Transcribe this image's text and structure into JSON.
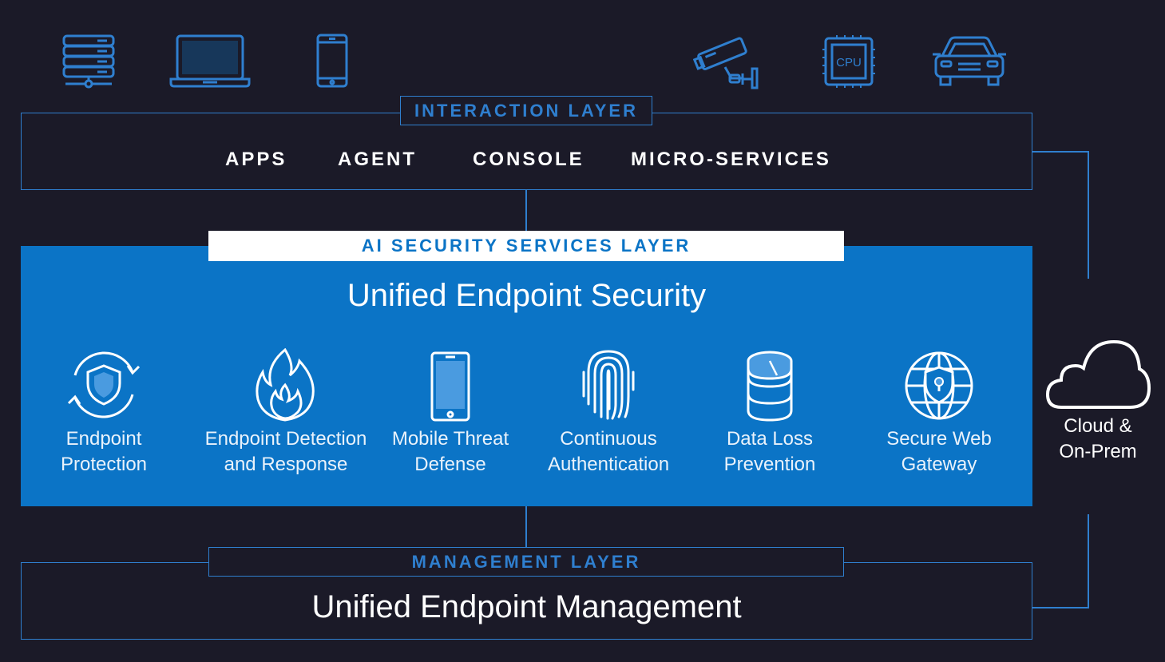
{
  "devices": [
    "server-icon",
    "laptop-icon",
    "smartphone-icon",
    "security-camera-icon",
    "cpu-chip-icon",
    "car-icon"
  ],
  "device_cpu_label": "CPU",
  "interaction_layer": {
    "tag": "INTERACTION LAYER",
    "items": [
      "APPS",
      "AGENT",
      "CONSOLE",
      "MICRO-SERVICES"
    ]
  },
  "ai_layer": {
    "tag": "AI SECURITY SERVICES LAYER",
    "title": "Unified Endpoint Security",
    "services": [
      {
        "line1": "Endpoint",
        "line2": "Protection",
        "icon": "shield-refresh-icon"
      },
      {
        "line1": "Endpoint Detection",
        "line2": "and Response",
        "icon": "flame-icon"
      },
      {
        "line1": "Mobile Threat",
        "line2": "Defense",
        "icon": "mobile-phone-icon"
      },
      {
        "line1": "Continuous",
        "line2": "Authentication",
        "icon": "fingerprint-icon"
      },
      {
        "line1": "Data Loss",
        "line2": "Prevention",
        "icon": "database-icon"
      },
      {
        "line1": "Secure Web",
        "line2": "Gateway",
        "icon": "globe-lock-icon"
      }
    ]
  },
  "cloud": {
    "line1": "Cloud &",
    "line2": "On-Prem",
    "icon": "cloud-icon"
  },
  "management_layer": {
    "tag": "MANAGEMENT LAYER",
    "title": "Unified Endpoint Management"
  },
  "colors": {
    "background": "#1b1a28",
    "accent_blue": "#2f7fcf",
    "panel_blue": "#0b74c6",
    "white": "#ffffff"
  }
}
